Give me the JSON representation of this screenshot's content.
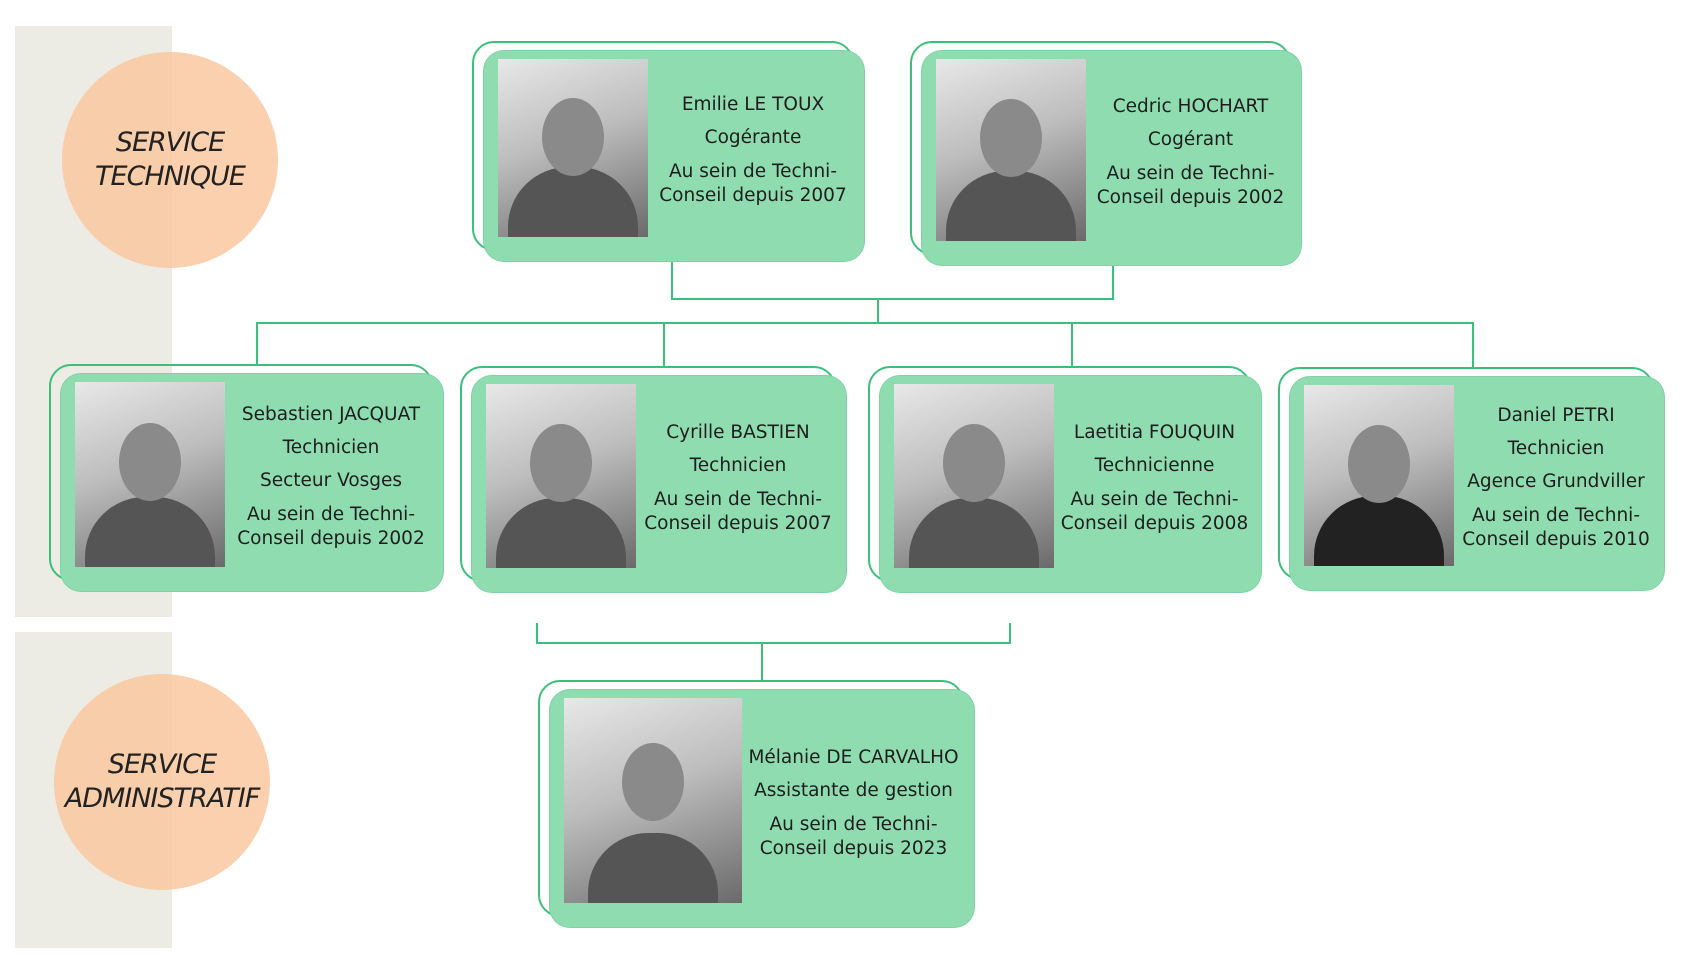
{
  "services": [
    "SERVICE TECHNIQUE",
    "SERVICE ADMINISTRATIF"
  ],
  "colors": {
    "card": "#8fdcb0",
    "line": "#3cbf7a",
    "circle": "#facaa0",
    "band": "#ecebe4"
  },
  "people": [
    {
      "name": "Emilie LE TOUX",
      "role": "Cogérante",
      "since": "Au sein de Techni-Conseil depuis 2007"
    },
    {
      "name": "Cedric HOCHART",
      "role": "Cogérant",
      "since": "Au sein de Techni-Conseil depuis 2002"
    },
    {
      "name": "Sebastien JACQUAT",
      "role": "Technicien",
      "sector": "Secteur Vosges",
      "since": "Au sein de Techni-Conseil depuis 2002"
    },
    {
      "name": "Cyrille BASTIEN",
      "role": "Technicien",
      "since": "Au sein de Techni-Conseil depuis 2007"
    },
    {
      "name": "Laetitia FOUQUIN",
      "role": "Technicienne",
      "since": "Au sein de Techni-Conseil depuis 2008"
    },
    {
      "name": "Daniel PETRI",
      "role": "Technicien",
      "sector": "Agence Grundviller",
      "since": "Au sein de Techni-Conseil depuis 2010"
    },
    {
      "name": "Mélanie DE CARVALHO",
      "role": "Assistante de gestion",
      "since": "Au sein de Techni-Conseil depuis 2023"
    }
  ]
}
